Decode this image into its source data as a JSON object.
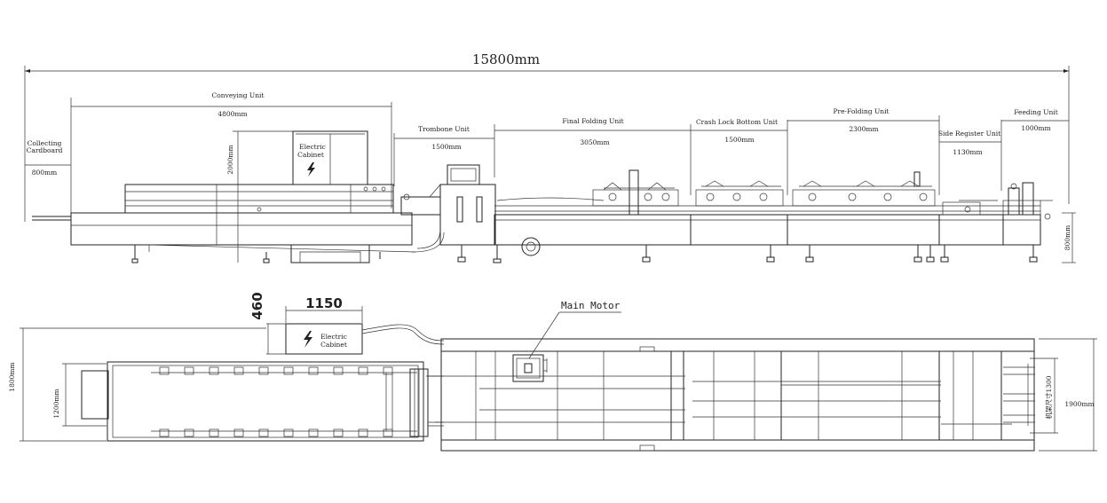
{
  "dimensions": {
    "overall_length": "15800mm",
    "collecting_cardboard": {
      "label": "Collecting Cardboard",
      "line1": "Collecting",
      "line2": "Cardboard",
      "value": "800mm"
    },
    "conveying_unit": {
      "label": "Conveying Unit",
      "value": "4800mm"
    },
    "trombone_unit": {
      "label": "Trombone Unit",
      "value": "1500mm"
    },
    "final_folding_unit": {
      "label": "Final Folding Unit",
      "value": "3050mm"
    },
    "crash_lock_bottom_unit": {
      "label": "Crash Lock Bottom Unit",
      "value": "1500mm"
    },
    "pre_folding_unit": {
      "label": "Pre-Folding Unit",
      "value": "2300mm"
    },
    "side_register_unit": {
      "label": "Side Register Unit",
      "value": "1130mm"
    },
    "feeding_unit": {
      "label": "Feeding Unit",
      "value": "1000mm"
    },
    "cabinet_height": "2000mm",
    "feed_height": "800mm",
    "plan_width_total": "1800mm",
    "plan_conveyor_width": "1200mm",
    "plan_machine_width": "1900mm",
    "plan_frame_width": "机架尺寸1300",
    "cabinet_plan_length": "1150",
    "cabinet_plan_depth": "460"
  },
  "labels": {
    "electric_cabinet_line1": "Electric",
    "electric_cabinet_line2": "Cabinet",
    "main_motor": "Main Motor"
  }
}
